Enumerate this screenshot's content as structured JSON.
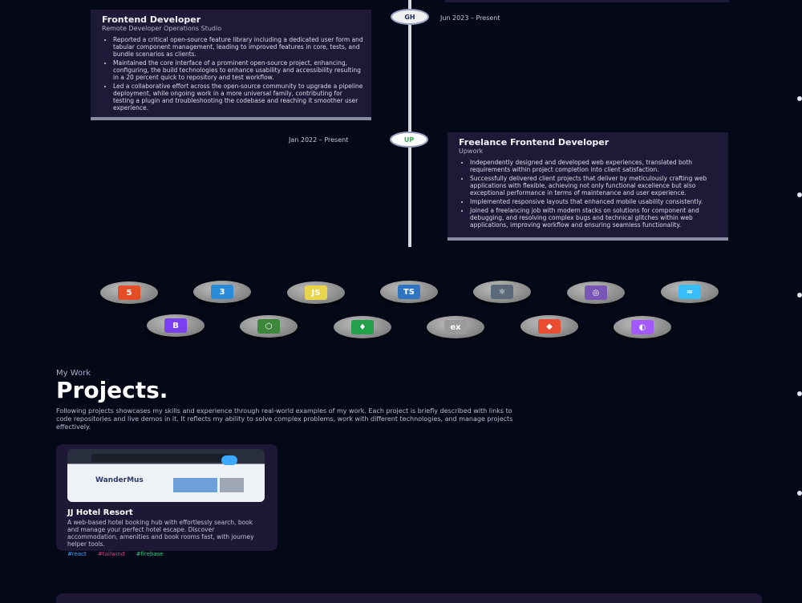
{
  "timeline": {
    "left_card": {
      "title": "Frontend Developer",
      "company": "Remote Developer Operations Studio",
      "points": [
        "Reported a critical open-source feature library including a dedicated user form and tabular component management, leading to improved features in core, tests, and bundle scenarios as clients.",
        "Maintained the core interface of a prominent open-source project, enhancing, configuring, the build technologies to enhance usability and accessibility resulting in a 20 percent quick to repository and test workflow.",
        "Led a collaborative effort across the open-source community to upgrade a pipeline deployment, while ongoing work in a more universal family, contributing for testing a plugin and troubleshooting the codebase and reaching it smoother user experience."
      ],
      "date": "Jun 2023 – Present",
      "marker": "GH"
    },
    "right_card": {
      "title": "Freelance Frontend Developer",
      "company": "Upwork",
      "points": [
        "Independently designed and developed web experiences, translated both requirements within project completion into client satisfaction.",
        "Successfully delivered client projects that deliver by meticulously crafting web applications with flexible, achieving not only functional excellence but also exceptional performance in terms of maintenance and user experience.",
        "Implemented responsive layouts that enhanced mobile usability consistently.",
        "Joined a freelancing job with modern stacks on solutions for component and debugging, and resolving complex bugs and technical glitches within web applications, improving workflow and ensuring seamless functionality."
      ],
      "date": "Jan 2022 – Present",
      "marker": "UP"
    }
  },
  "tech_icons": [
    {
      "name": "html5-icon",
      "label": "5",
      "color": "#e44d26"
    },
    {
      "name": "css3-icon",
      "label": "3",
      "color": "#2a8bd8"
    },
    {
      "name": "javascript-icon",
      "label": "JS",
      "color": "#e8d44d"
    },
    {
      "name": "typescript-icon",
      "label": "TS",
      "color": "#2f74c0"
    },
    {
      "name": "react-icon",
      "label": "⚛",
      "color": "#5a6a78"
    },
    {
      "name": "redux-icon",
      "label": "◎",
      "color": "#7a55b8"
    },
    {
      "name": "tailwind-icon",
      "label": "≈",
      "color": "#38bdf8"
    },
    {
      "name": "bootstrap-icon",
      "label": "B",
      "color": "#7a3ff2"
    },
    {
      "name": "nodejs-icon",
      "label": "⬡",
      "color": "#3c873a"
    },
    {
      "name": "mongodb-icon",
      "label": "♦",
      "color": "#23a04a"
    },
    {
      "name": "express-icon",
      "label": "ex",
      "color": "#9a9a9a"
    },
    {
      "name": "git-icon",
      "label": "◆",
      "color": "#e84d31"
    },
    {
      "name": "figma-icon",
      "label": "◐",
      "color": "#a259ff"
    }
  ],
  "projects": {
    "subtitle": "My Work",
    "heading": "Projects.",
    "intro": "Following projects showcases my skills and experience through real-world examples of my work. Each project is briefly described with links to code repositories and live demos in it. It reflects my ability to solve complex problems, work with different technologies, and manage projects effectively.",
    "card": {
      "name": "JJ Hotel Resort",
      "logo_text": "WanderMus",
      "description": "A web-based hotel booking hub with effortlessly search, book and manage your perfect hotel escape. Discover accommodation, amenities and book rooms fast, with journey helper tools.",
      "tags": [
        {
          "text": "#react",
          "color": "#3fa9ff"
        },
        {
          "text": "#tailwind",
          "color": "#e23d8c"
        },
        {
          "text": "#firebase",
          "color": "#35c98c"
        }
      ]
    }
  }
}
